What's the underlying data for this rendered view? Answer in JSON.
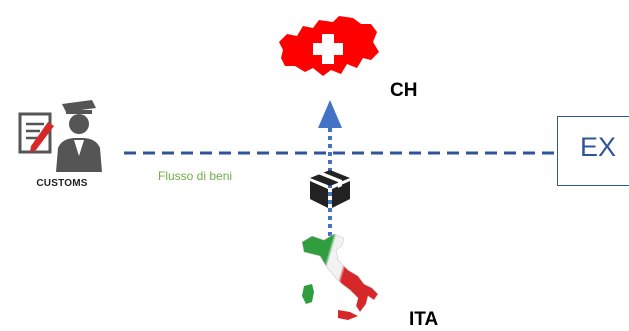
{
  "labels": {
    "customs": "CUSTOMS",
    "flow": "Flusso di beni",
    "ch": "CH",
    "ita": "ITA",
    "ex": "EX"
  },
  "icons": {
    "customs": "customs-officer-icon",
    "package": "package-box-icon",
    "switzerland": "switzerland-flag-map-icon",
    "italy": "italy-flag-map-icon"
  },
  "colors": {
    "dashed_line": "#2f5597",
    "arrow": "#4472c4",
    "flow_text": "#70ad47",
    "swiss_red": "#ff0000",
    "italy_green": "#2e9e3e",
    "italy_red": "#d62828"
  }
}
